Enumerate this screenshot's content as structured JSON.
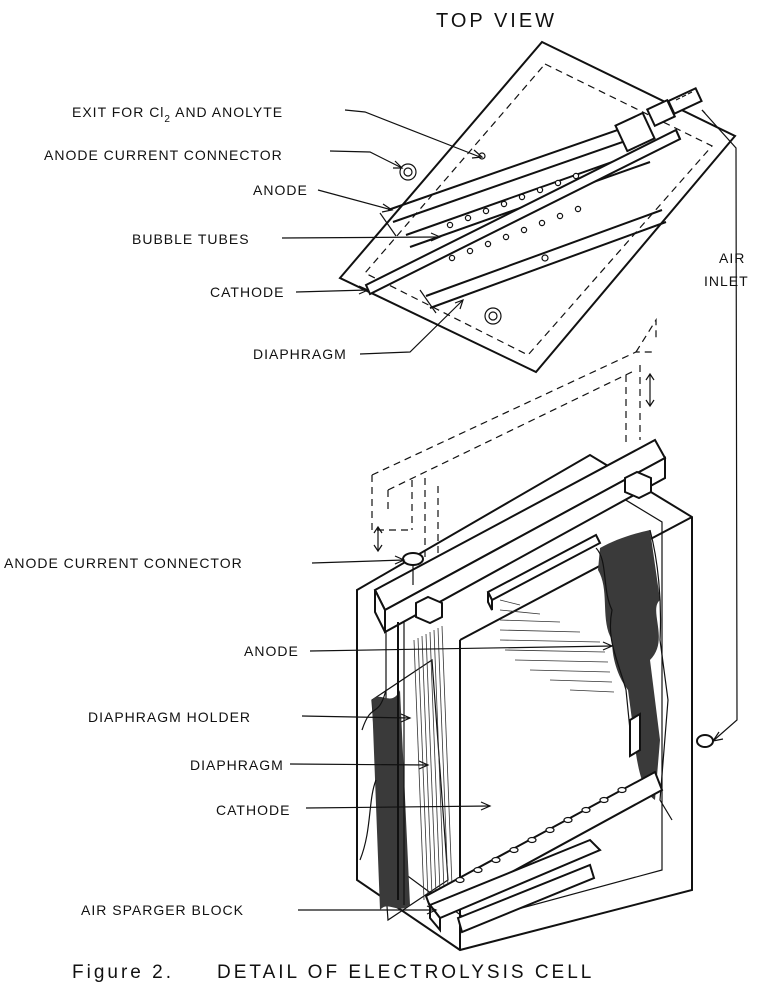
{
  "title": "TOP VIEW",
  "top_view_labels": {
    "exit": "EXIT FOR Cl",
    "exit_sub": "2",
    "exit_rest": " AND ANOLYTE",
    "anode_connector": "ANODE CURRENT CONNECTOR",
    "anode": "ANODE",
    "bubble_tubes": "BUBBLE TUBES",
    "cathode": "CATHODE",
    "diaphragm": "DIAPHRAGM",
    "air_inlet_1": "AIR",
    "air_inlet_2": "INLET"
  },
  "cell_labels": {
    "anode_connector": "ANODE CURRENT CONNECTOR",
    "anode": "ANODE",
    "diaphragm_holder": "DIAPHRAGM HOLDER",
    "diaphragm": "DIAPHRAGM",
    "cathode": "CATHODE",
    "air_sparger": "AIR SPARGER BLOCK"
  },
  "caption": {
    "figure": "Figure 2.",
    "text": "DETAIL OF ELECTROLYSIS CELL"
  }
}
